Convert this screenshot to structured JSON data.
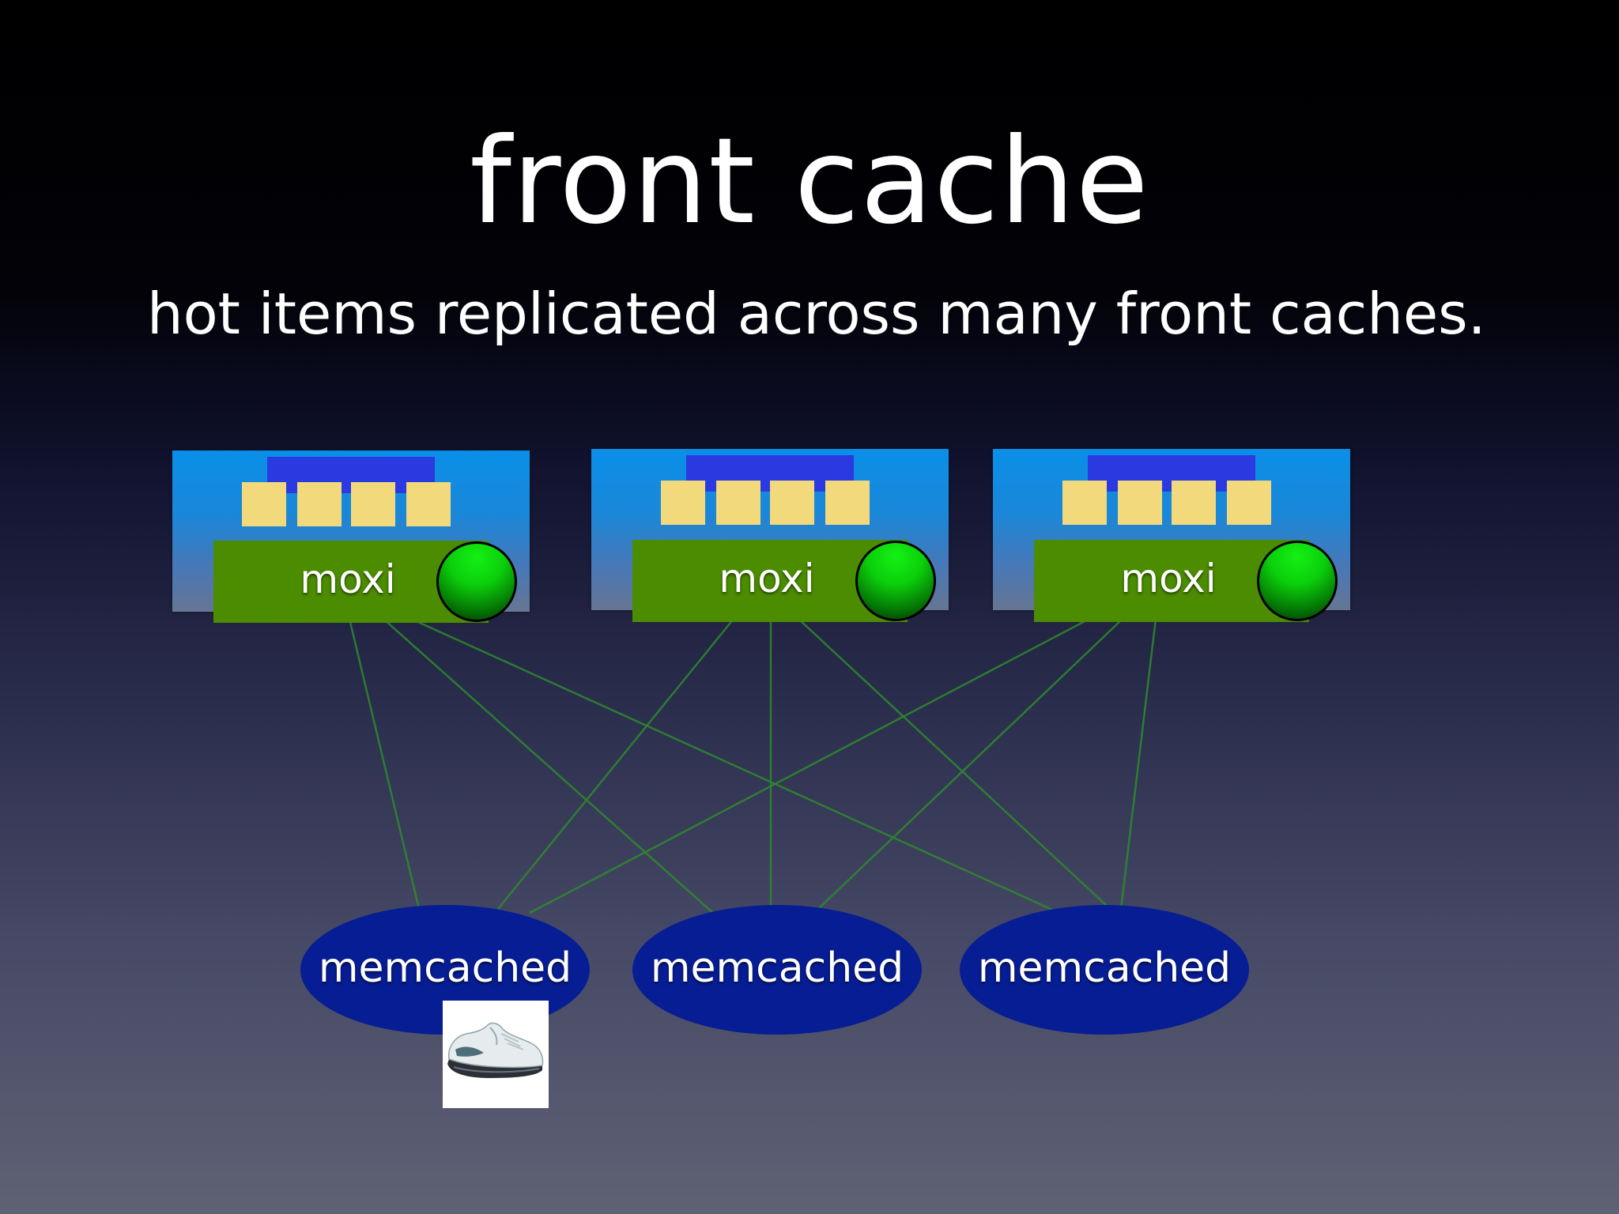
{
  "slide": {
    "title": "front cache",
    "subtitle": "hot items replicated across many front caches."
  },
  "proxies": [
    {
      "label": "moxi",
      "status_color": "#0bcf0b"
    },
    {
      "label": "moxi",
      "status_color": "#0bcf0b"
    },
    {
      "label": "moxi",
      "status_color": "#0bcf0b"
    }
  ],
  "servers": [
    {
      "label": "memcached"
    },
    {
      "label": "memcached"
    },
    {
      "label": "memcached"
    }
  ],
  "cached_item": {
    "icon": "sneaker-shoe-image"
  },
  "colors": {
    "proxy_box": "#1a87d8",
    "proxy_bar": "#4b8c00",
    "cache_cell": "#f2d97c",
    "server": "#071d94",
    "connector": "#2e8a2e"
  }
}
